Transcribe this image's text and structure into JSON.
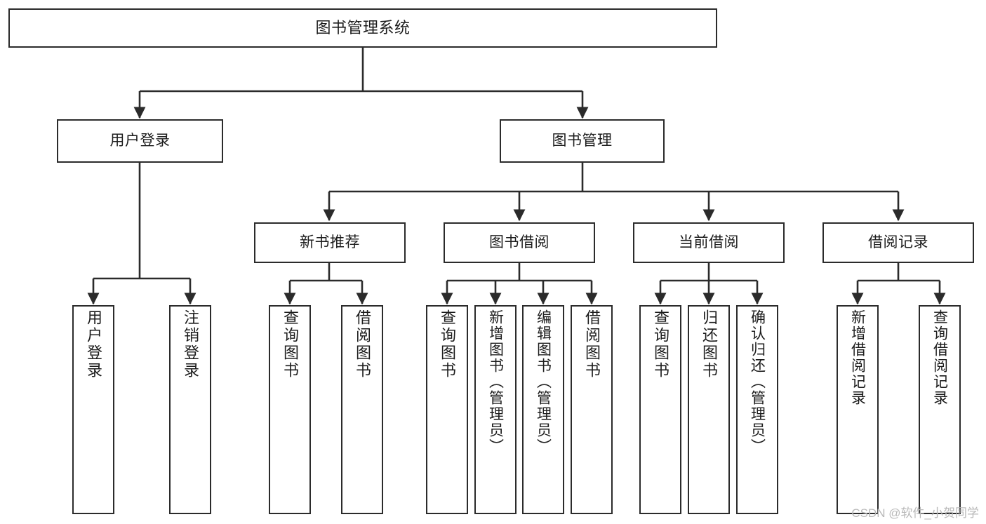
{
  "diagram": {
    "title": "图书管理系统",
    "type": "tree-hierarchy",
    "orientation": "top-down",
    "style": {
      "box_border_color": "#2b2b2b",
      "box_fill_color": "#ffffff",
      "connector_color": "#2b2b2b",
      "text_color": "#1c1c1c",
      "background_color": "#ffffff",
      "watermark_color": "#b9b9b9"
    }
  },
  "watermark": {
    "text": "CSDN @软件_小贺同学"
  },
  "nodes": {
    "root": {
      "label": "图书管理系统"
    },
    "level1": [
      {
        "id": "user-login",
        "label": "用户登录"
      },
      {
        "id": "book-manage",
        "label": "图书管理"
      }
    ],
    "level2": [
      {
        "id": "new-book-recommend",
        "label": "新书推荐"
      },
      {
        "id": "book-borrow",
        "label": "图书借阅"
      },
      {
        "id": "current-borrow",
        "label": "当前借阅"
      },
      {
        "id": "borrow-record",
        "label": "借阅记录"
      }
    ],
    "leaves": {
      "user_login": [
        {
          "id": "leaf-user-login",
          "label": "用户登录"
        },
        {
          "id": "leaf-logout-login",
          "label": "注销登录"
        }
      ],
      "new_book_recommend": [
        {
          "id": "leaf-query-book-1",
          "label": "查询图书"
        },
        {
          "id": "leaf-borrow-book-1",
          "label": "借阅图书"
        }
      ],
      "book_borrow": [
        {
          "id": "leaf-query-book-2",
          "label": "查询图书"
        },
        {
          "id": "leaf-add-book",
          "label": "新增图书（管理员）"
        },
        {
          "id": "leaf-edit-book",
          "label": "编辑图书（管理员）"
        },
        {
          "id": "leaf-borrow-book-2",
          "label": "借阅图书"
        }
      ],
      "current_borrow": [
        {
          "id": "leaf-query-book-3",
          "label": "查询图书"
        },
        {
          "id": "leaf-return-book",
          "label": "归还图书"
        },
        {
          "id": "leaf-confirm-return",
          "label": "确认归还（管理员）"
        }
      ],
      "borrow_record": [
        {
          "id": "leaf-add-record",
          "label": "新增借阅记录"
        },
        {
          "id": "leaf-query-record",
          "label": "查询借阅记录"
        }
      ]
    }
  }
}
